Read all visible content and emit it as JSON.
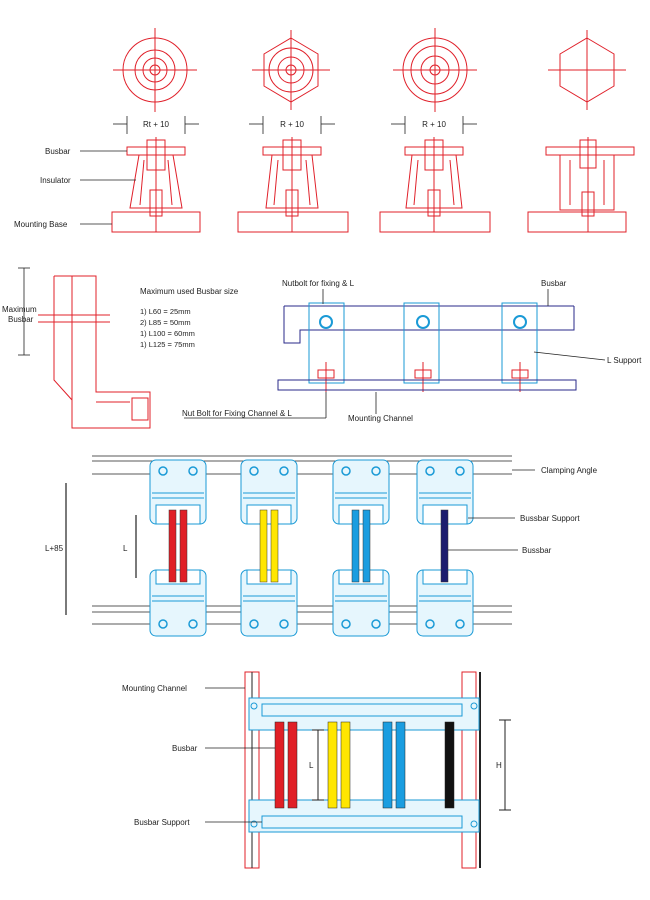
{
  "colors": {
    "red_line": "#e0202a",
    "blue_line": "#2a2a8a",
    "cyan_line": "#1a9ad6",
    "support_fill": "#e6f6fd",
    "phase_red": "#e01f26",
    "phase_yellow": "#ffe600",
    "phase_blue": "#1a9de0",
    "phase_dark_navy": "#1c1c6e",
    "phase_black": "#111111"
  },
  "section1": {
    "dims": [
      "Rt + 10",
      "R + 10",
      "R + 10"
    ],
    "labels": {
      "busbar": "Busbar",
      "insulator": "Insulator",
      "mounting_base": "Mounting Base"
    }
  },
  "section2": {
    "maximum_busbar": [
      "Maximum",
      "Busbar"
    ],
    "size_title": "Maximum used Busbar size",
    "size_list": [
      "1)  L60  = 25mm",
      "2)  L85  = 50mm",
      "1)  L100 = 60mm",
      "1)  L125 = 75mm"
    ],
    "nutbolt_label": "Nutbolt for fixing & L",
    "busbar_label": "Busbar",
    "l_support_label": "L Support",
    "nut_bolt_channel_label": "Nut Bolt for Fixing Channel & L",
    "mounting_channel_label": "Mounting Channel"
  },
  "section3": {
    "clamping_angle": "Clamping Angle",
    "bussbar_support": "Bussbar Support",
    "bussbar": "Bussbar",
    "dim_l85": "L+85",
    "dim_l": "L"
  },
  "section4": {
    "mounting_channel": "Mounting Channel",
    "busbar": "Busbar",
    "busbar_support": "Busbar Support",
    "dim_l": "L",
    "dim_h": "H"
  }
}
